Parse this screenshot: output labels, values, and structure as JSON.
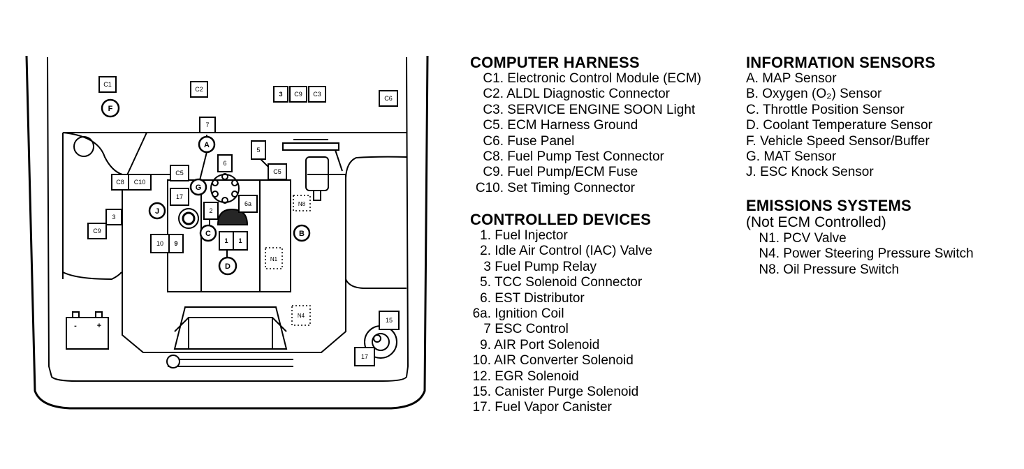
{
  "legend": {
    "computer_harness": {
      "title": "COMPUTER HARNESS",
      "items": [
        {
          "code": "C1.",
          "text": "Electronic Control Module (ECM)"
        },
        {
          "code": "C2.",
          "text": "ALDL Diagnostic Connector"
        },
        {
          "code": "C3.",
          "text": "SERVICE ENGINE SOON Light"
        },
        {
          "code": "C5.",
          "text": "ECM Harness Ground"
        },
        {
          "code": "C6.",
          "text": "Fuse Panel"
        },
        {
          "code": "C8.",
          "text": "Fuel Pump Test Connector"
        },
        {
          "code": "C9.",
          "text": "Fuel Pump/ECM Fuse"
        },
        {
          "code": "C10.",
          "text": "Set Timing Connector"
        }
      ]
    },
    "controlled_devices": {
      "title": "CONTROLLED DEVICES",
      "items": [
        {
          "code": "1.",
          "text": "Fuel Injector"
        },
        {
          "code": "2.",
          "text": "Idle Air Control (IAC) Valve"
        },
        {
          "code": "3",
          "text": "Fuel Pump Relay"
        },
        {
          "code": "5.",
          "text": "TCC Solenoid Connector"
        },
        {
          "code": "6.",
          "text": "EST Distributor"
        },
        {
          "code": "6a.",
          "text": "Ignition Coil"
        },
        {
          "code": "7",
          "text": "ESC Control"
        },
        {
          "code": "9.",
          "text": "AIR Port Solenoid"
        },
        {
          "code": "10.",
          "text": "AIR Converter Solenoid"
        },
        {
          "code": "12.",
          "text": "EGR Solenoid"
        },
        {
          "code": "15.",
          "text": "Canister Purge Solenoid"
        },
        {
          "code": "17.",
          "text": "Fuel Vapor Canister"
        }
      ]
    },
    "information_sensors": {
      "title": "INFORMATION SENSORS",
      "items": [
        {
          "code": "A.",
          "text": "MAP Sensor"
        },
        {
          "code": "B.",
          "text": "Oxygen (O₂) Sensor"
        },
        {
          "code": "C.",
          "text": "Throttle Position Sensor"
        },
        {
          "code": "D.",
          "text": "Coolant Temperature Sensor"
        },
        {
          "code": "F.",
          "text": "Vehicle Speed Sensor/Buffer"
        },
        {
          "code": "G.",
          "text": "MAT Sensor"
        },
        {
          "code": "J.",
          "text": "ESC Knock Sensor"
        }
      ]
    },
    "emissions_systems": {
      "title": "EMISSIONS SYSTEMS",
      "subtitle": "(Not ECM Controlled)",
      "items": [
        {
          "code": "N1.",
          "text": "PCV Valve"
        },
        {
          "code": "N4.",
          "text": "Power Steering Pressure Switch"
        },
        {
          "code": "N8.",
          "text": "Oil Pressure Switch"
        }
      ]
    }
  },
  "diagram_labels": {
    "c1": "C1",
    "c2": "C2",
    "c3": "C3",
    "c5": "C5",
    "c6": "C6",
    "c8": "C8",
    "c9": "C9",
    "c10": "C10",
    "n1": "N1",
    "n4": "N4",
    "n8": "N8",
    "d1": "1",
    "d2": "2",
    "d3": "3",
    "d5": "5",
    "d6": "6",
    "d6a": "6a",
    "d7": "7",
    "d9": "9",
    "d10": "10",
    "d15": "15",
    "d17": "17",
    "sA": "A",
    "sB": "B",
    "sC": "C",
    "sD": "D",
    "sF": "F",
    "sG": "G",
    "sJ": "J",
    "battery_minus": "-",
    "battery_plus": "+"
  }
}
